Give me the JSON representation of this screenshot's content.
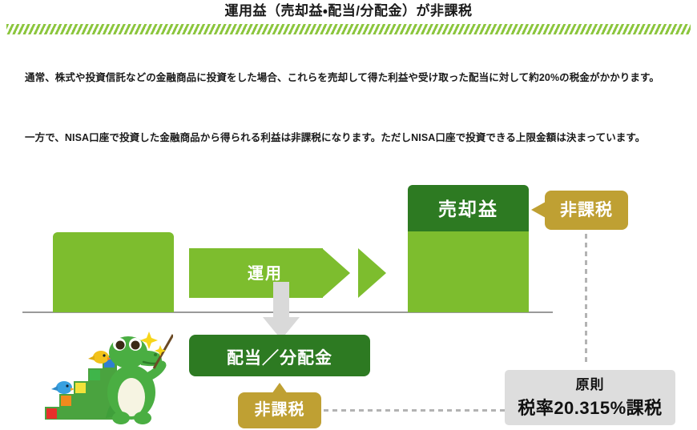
{
  "header": {
    "title": "運用益（売却益・配当/分配金）が非課税",
    "divider_icon": "striped-band"
  },
  "body": {
    "paragraph_1": "通常、株式や投資信託などの金融商品に投資をした場合、これらを売却して得た利益や受け取った配当に対して約20%の税金がかかります。",
    "paragraph_2": "一方で、NISA口座で投資した金融商品から得られる利益は非課税になります。ただしNISA口座で投資できる上限金額は決まっています。"
  },
  "diagram": {
    "growth_arrow_label": "運用",
    "capital_gain_label": "売却益",
    "dividend_label": "配当／分配金",
    "callout_tax_free_top": "非課税",
    "callout_tax_free_bottom": "非課税",
    "info_box": {
      "line_1": "原則",
      "line_2": "税率20.315%課税"
    },
    "mascot_name": "crocodile-mascot"
  },
  "colors": {
    "light_green": "#7dbd2e",
    "dark_green": "#2d7a22",
    "gold": "#bfa033",
    "gray_arrow": "#d9d9d9",
    "info_box_gray": "#dddddd",
    "baseline_gray": "#9a9a9a",
    "text": "#1a1a1a"
  }
}
